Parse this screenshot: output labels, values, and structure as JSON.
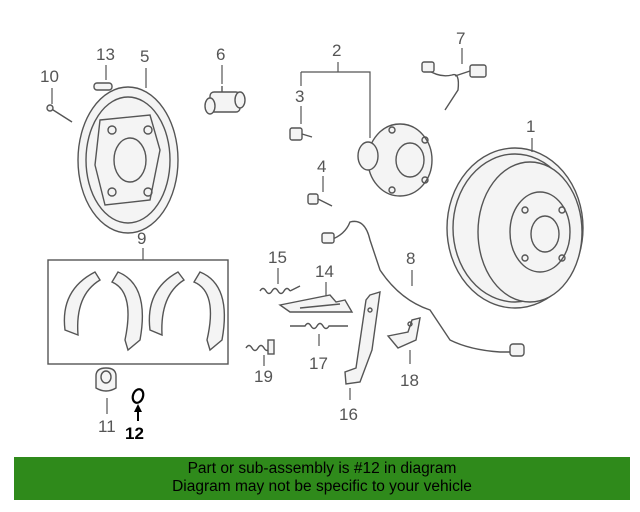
{
  "callouts": {
    "c1": "1",
    "c2": "2",
    "c3": "3",
    "c4": "4",
    "c5": "5",
    "c6": "6",
    "c7": "7",
    "c8": "8",
    "c9": "9",
    "c10": "10",
    "c11": "11",
    "c12": "12",
    "c13": "13",
    "c14": "14",
    "c15": "15",
    "c16": "16",
    "c17": "17",
    "c18": "18",
    "c19": "19"
  },
  "highlighted_part": "12",
  "colors": {
    "banner": "#2f8a1b",
    "lines": "#555555"
  },
  "banner": {
    "line1": "Part or sub-assembly is #12 in diagram",
    "line2": "Diagram may not be specific to your vehicle"
  }
}
